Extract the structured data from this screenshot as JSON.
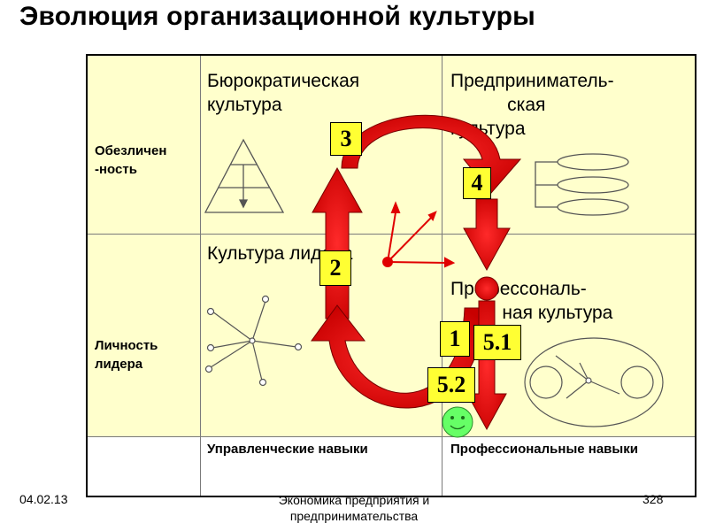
{
  "title": "Эволюция организационной культуры",
  "rows": {
    "impersonality": "Обезличен\n-ность",
    "leader_personality": "Личность\nлидера"
  },
  "cells": {
    "bureaucratic": "Бюрократическая\nкультура",
    "entrepreneurial": "Предприниматель-\n           ская\nкультура",
    "leader": "Культура лидера",
    "professional": "Профессональ-\n          ная культура"
  },
  "skills": {
    "management": "Управленческие навыки",
    "professional": "Профессиональные навыки"
  },
  "markers": [
    "3",
    "4",
    "2",
    "1",
    "5.1",
    "5.2"
  ],
  "footer": {
    "date": "04.02.13",
    "subject": "Экономика предприятия и предпринимательства",
    "page": "328"
  },
  "colors": {
    "cell_fill": "#ffffcc",
    "arrow_red": "#e00000",
    "marker_fill": "#ffff33",
    "smiley": "#66ff66"
  }
}
